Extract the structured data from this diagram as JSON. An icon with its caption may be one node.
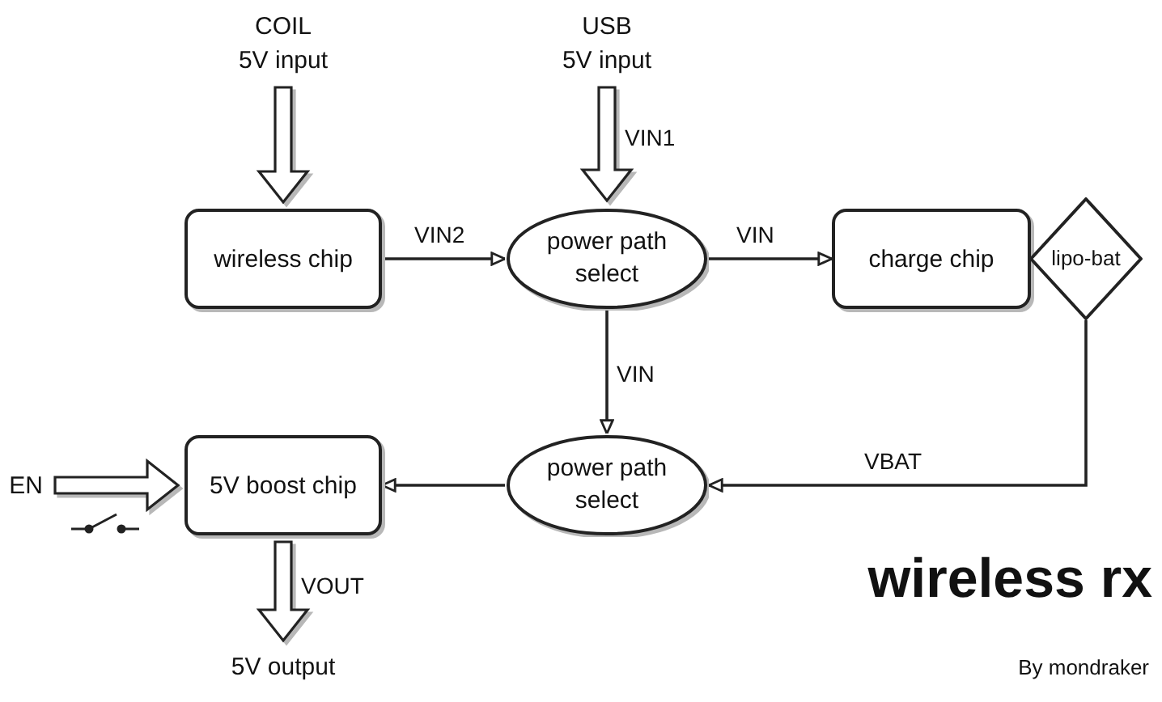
{
  "diagram": {
    "title": "wireless rx",
    "nodes": [
      {
        "text": [
          "COIL",
          "5V input"
        ]
      },
      {
        "text": [
          "USB",
          "5V input"
        ]
      },
      {
        "text": [
          "wireless chip"
        ]
      },
      {
        "text": [
          "power path select"
        ]
      },
      {
        "text": [
          "charge chip"
        ]
      },
      {
        "text": [
          "lipo-bat"
        ]
      },
      {
        "text": [
          "EN"
        ]
      },
      {
        "text": [
          "5V boost chip"
        ]
      },
      {
        "text": [
          "power path select"
        ]
      },
      {
        "text": [
          "5V output"
        ]
      }
    ],
    "edges": [
      {
        "from": 0,
        "to": 2,
        "arrow": "to",
        "style": "thick"
      },
      {
        "from": 1,
        "to": 3,
        "arrow": "to",
        "style": "thick",
        "label": "VIN1"
      },
      {
        "from": 2,
        "to": 3,
        "arrow": "to",
        "label": "VIN2"
      },
      {
        "from": 3,
        "to": 4,
        "arrow": "to",
        "label": "VIN"
      },
      {
        "from": 3,
        "to": 8,
        "arrow": "to",
        "label": "VIN"
      },
      {
        "from": 5,
        "to": 8,
        "arrow": "to",
        "label": "VBAT"
      },
      {
        "from": 8,
        "to": 7,
        "arrow": "to"
      },
      {
        "from": 6,
        "to": 7,
        "arrow": "to",
        "style": "thick"
      },
      {
        "from": 7,
        "to": 9,
        "arrow": "to",
        "style": "thick",
        "label": "VOUT"
      }
    ],
    "labels": [
      "By mondraker"
    ]
  }
}
